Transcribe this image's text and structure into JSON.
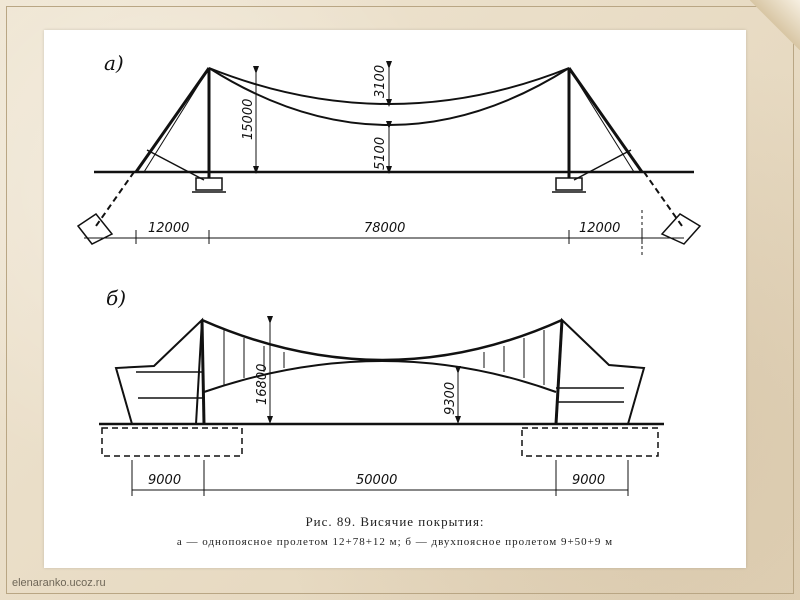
{
  "diagram": {
    "part_a": {
      "label": "а)",
      "dims": {
        "sag": "3100",
        "height_left": "15000",
        "height_mid": "5100",
        "span_left": "12000",
        "span_main": "78000",
        "span_right": "12000"
      }
    },
    "part_b": {
      "label": "б)",
      "dims": {
        "height_left": "16800",
        "height_mid": "9300",
        "span_left": "9000",
        "span_main": "50000",
        "span_right": "9000"
      }
    }
  },
  "caption": {
    "title": "Рис. 89. Висячие покрытия:",
    "subtitle": "а — однопоясное пролетом 12+78+12 м; б — двухпоясное пролетом 9+50+9 м"
  },
  "watermark": "elenaranko.ucoz.ru"
}
